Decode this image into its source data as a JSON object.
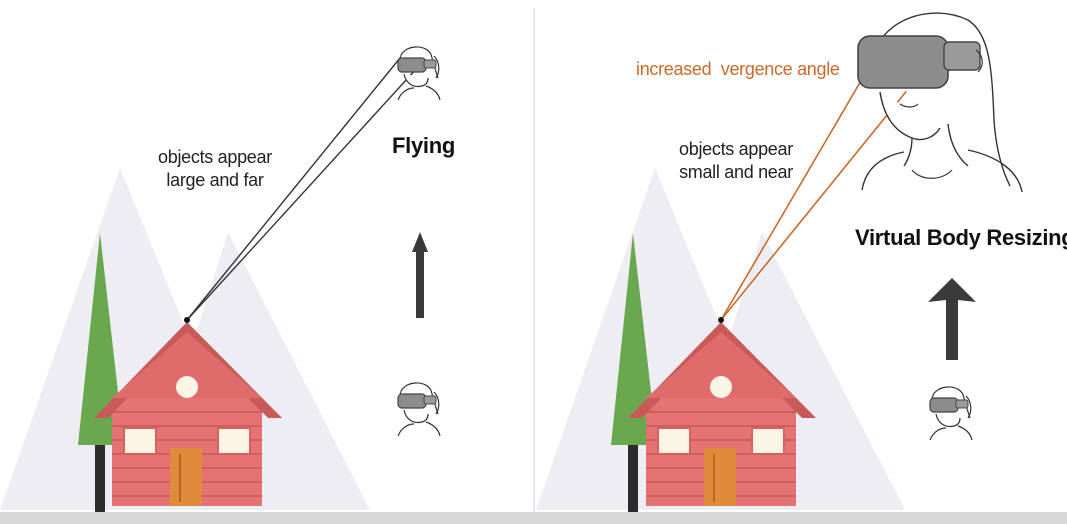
{
  "panels": [
    {
      "id": "flying",
      "title": "Flying",
      "annotation_line1": "objects appear",
      "annotation_line2": "large and far"
    },
    {
      "id": "resizing",
      "title": "Virtual Body Resizing",
      "annotation_line1": "objects appear",
      "annotation_line2": "small and near",
      "vergence_label": "increased  vergence angle"
    }
  ],
  "colors": {
    "mountain": "#eeedf3",
    "tree": "#6aa84f",
    "trunk": "#2c2c2c",
    "roof": "#c85a5a",
    "house_wall": "#e57373",
    "house_trim": "#d9605f",
    "window": "#fbf5e6",
    "door": "#e08a3c",
    "arrow": "#3a3a3a",
    "ground": "#d8d8d8",
    "sightline_flying": "#333333",
    "sightline_resizing": "#c9692a",
    "headset": "#8c8c8c"
  },
  "icons": [
    "house-icon",
    "tree-icon",
    "mountain-icon",
    "person-with-vr-headset-icon",
    "up-arrow-icon"
  ]
}
